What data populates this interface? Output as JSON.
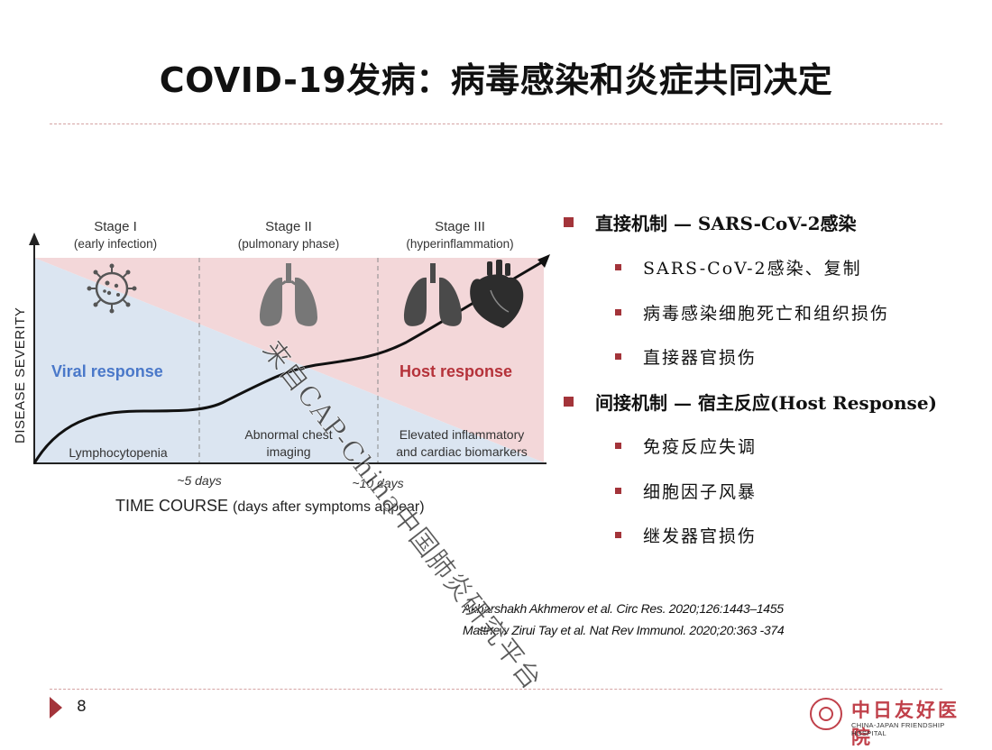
{
  "slide": {
    "title": "COVID-19发病：病毒感染和炎症共同决定",
    "page_number": "8"
  },
  "figure": {
    "stages": [
      {
        "name": "Stage I",
        "desc": "(early infection)"
      },
      {
        "name": "Stage II",
        "desc": "(pulmonary phase)"
      },
      {
        "name": "Stage III",
        "desc": "(hyperinflammation)"
      }
    ],
    "y_axis_label": "DISEASE SEVERITY",
    "x_axis_label_main": "TIME COURSE",
    "x_axis_label_sub": "(days after symptoms appear)",
    "time_marks": [
      "~5 days",
      "~10 days"
    ],
    "viral_response": "Viral response",
    "host_response": "Host response",
    "bottom_labels": {
      "stage1": "Lymphocytopenia",
      "stage2_line1": "Abnormal chest",
      "stage2_line2": "imaging",
      "stage3_line1": "Elevated inflammatory",
      "stage3_line2": "and cardiac biomarkers"
    },
    "icons": [
      "virus-icon",
      "lungs-icon",
      "lungs-icon",
      "heart-icon"
    ],
    "colors": {
      "viral": "#dbe5f1",
      "host": "#f3d7d9",
      "viral_text": "#4a78c9",
      "host_text": "#b5323a"
    }
  },
  "bullets": {
    "direct": "直接机制 — SARS-CoV-2感染",
    "direct_items": [
      "SARS-CoV-2感染、复制",
      "病毒感染细胞死亡和组织损伤",
      "直接器官损伤"
    ],
    "indirect": "间接机制 — 宿主反应(Host Response)",
    "indirect_items": [
      "免疫反应失调",
      "细胞因子风暴",
      "继发器官损伤"
    ]
  },
  "references": [
    "Akbarshakh Akhmerov et al. Circ Res. 2020;126:1443–1455",
    "Matthew Zirui Tay et al. Nat Rev Immunol. 2020;20:363 -374"
  ],
  "watermark": "来自CAP-China中国肺炎研究平台",
  "logo": {
    "cn": "中日友好医院",
    "en": "CHINA-JAPAN FRIENDSHIP HOSPITAL"
  },
  "accent_color": "#a3343a"
}
